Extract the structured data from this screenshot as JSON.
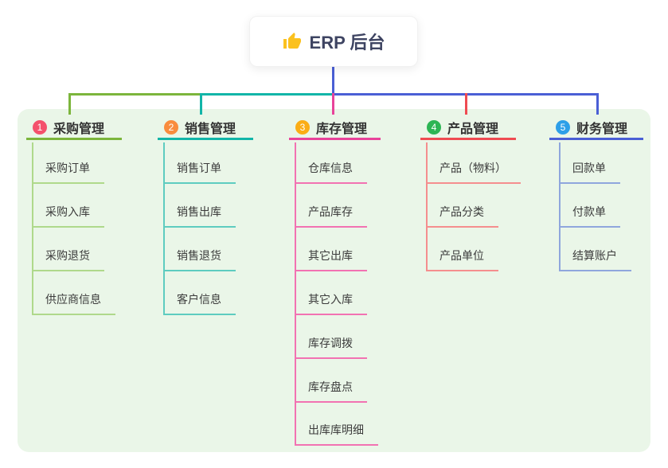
{
  "root": {
    "title": "ERP 后台",
    "icon": "thumbs-up",
    "icon_color": "#FBC11E",
    "connector_color": "#4A5FD5"
  },
  "panel_color": "#EAF6E8",
  "branches": [
    {
      "badge": "1",
      "label": "采购管理",
      "badge_color": "#F4516C",
      "line_color": "#7CB53C",
      "child_line_color": "#AFD98B",
      "children": [
        "采购订单",
        "采购入库",
        "采购退货",
        "供应商信息"
      ]
    },
    {
      "badge": "2",
      "label": "销售管理",
      "badge_color": "#F98C3E",
      "line_color": "#12B5A8",
      "child_line_color": "#5ECCC0",
      "children": [
        "销售订单",
        "销售出库",
        "销售退货",
        "客户信息"
      ]
    },
    {
      "badge": "3",
      "label": "库存管理",
      "badge_color": "#FBAD15",
      "line_color": "#E8439A",
      "child_line_color": "#F272B2",
      "children": [
        "仓库信息",
        "产品库存",
        "其它出库",
        "其它入库",
        "库存调拨",
        "库存盘点",
        "出库库明细"
      ]
    },
    {
      "badge": "4",
      "label": "产品管理",
      "badge_color": "#2DB554",
      "line_color": "#EF4B52",
      "child_line_color": "#F58E8E",
      "children": [
        "产品（物料）",
        "产品分类",
        "产品单位"
      ]
    },
    {
      "badge": "5",
      "label": "财务管理",
      "badge_color": "#2D9FE8",
      "line_color": "#4A5FD5",
      "child_line_color": "#8FA6DD",
      "children": [
        "回款单",
        "付款单",
        "结算账户"
      ]
    }
  ]
}
